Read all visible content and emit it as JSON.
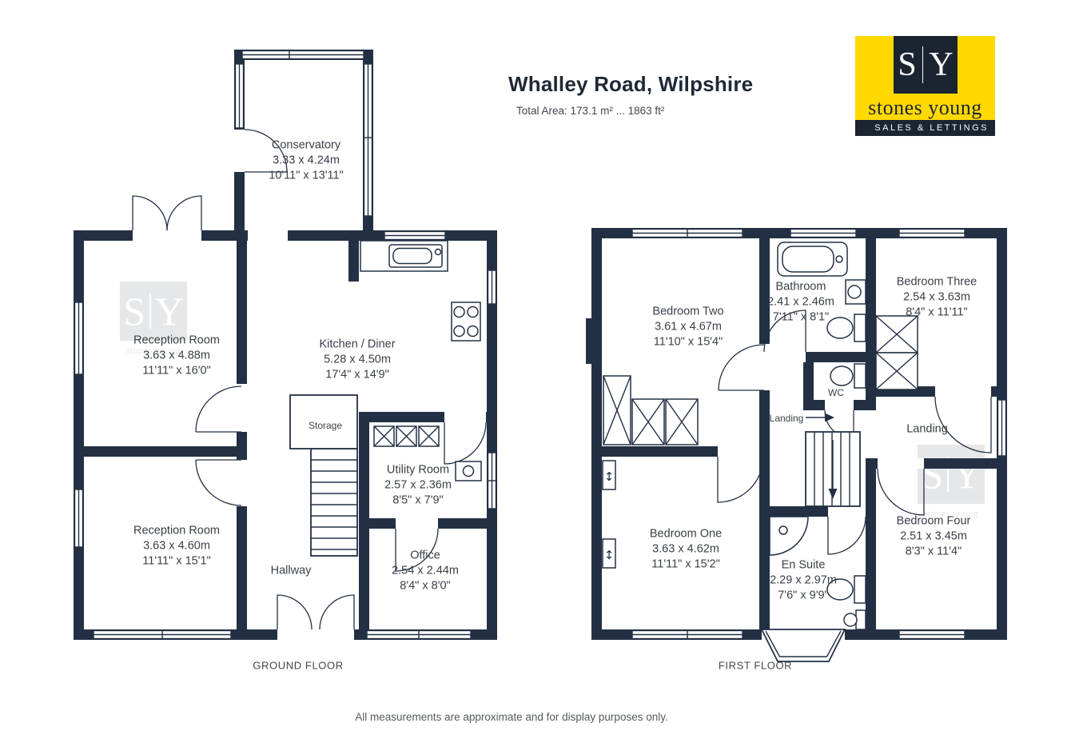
{
  "header": {
    "title": "Whalley Road, Wilpshire",
    "total_area": "Total Area: 173.1 m² ... 1863 ft²"
  },
  "logo": {
    "monogram_left": "S",
    "monogram_right": "Y",
    "name": "stones young",
    "tagline": "SALES & LETTINGS",
    "colors": {
      "background": "#FFD900",
      "panel": "#1B2431",
      "text": "#FFFFFF"
    }
  },
  "plan": {
    "wall_color": "#233044",
    "floors": [
      {
        "caption": "GROUND FLOOR",
        "rooms": [
          {
            "name": "Conservatory",
            "metric": "3.33 x 4.24m",
            "imperial": "10'11\" x 13'11\""
          },
          {
            "name": "Reception Room",
            "metric": "3.63 x 4.88m",
            "imperial": "11'11\" x 16'0\""
          },
          {
            "name": "Kitchen / Diner",
            "metric": "5.28 x 4.50m",
            "imperial": "17'4\" x 14'9\""
          },
          {
            "name": "Storage"
          },
          {
            "name": "Utility Room",
            "metric": "2.57 x 2.36m",
            "imperial": "8'5\" x 7'9\""
          },
          {
            "name": "Reception Room",
            "metric": "3.63 x 4.60m",
            "imperial": "11'11\" x 15'1\""
          },
          {
            "name": "Hallway"
          },
          {
            "name": "Office",
            "metric": "2.54 x 2.44m",
            "imperial": "8'4\" x 8'0\""
          }
        ]
      },
      {
        "caption": "FIRST FLOOR",
        "rooms": [
          {
            "name": "Bedroom Two",
            "metric": "3.61 x 4.67m",
            "imperial": "11'10\" x 15'4\""
          },
          {
            "name": "Bathroom",
            "metric": "2.41 x 2.46m",
            "imperial": "7'11\" x 8'1\""
          },
          {
            "name": "Bedroom Three",
            "metric": "2.54 x 3.63m",
            "imperial": "8'4\" x 11'11\""
          },
          {
            "name": "WC"
          },
          {
            "name": "Landing"
          },
          {
            "name": "Landing"
          },
          {
            "name": "Bedroom One",
            "metric": "3.63 x 4.62m",
            "imperial": "11'11\" x 15'2\""
          },
          {
            "name": "En Suite",
            "metric": "2.29 x 2.97m",
            "imperial": "7'6\" x 9'9\""
          },
          {
            "name": "Bedroom Four",
            "metric": "2.51 x 3.45m",
            "imperial": "8'3\" x 11'4\""
          }
        ]
      }
    ]
  },
  "footer": {
    "disclaimer": "All measurements are approximate and for display purposes only."
  }
}
